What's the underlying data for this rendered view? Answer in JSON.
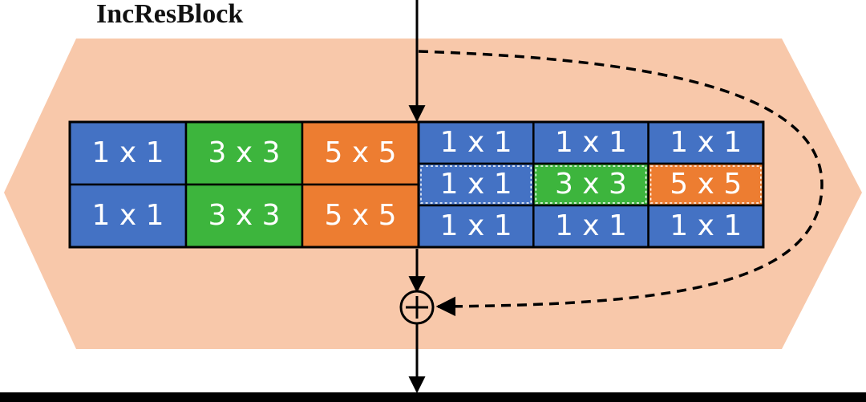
{
  "title": "IncResBlock",
  "colors": {
    "background": "#ffffff",
    "block_fill": "#f8c8aa",
    "blue": "#4472c4",
    "green": "#3db53d",
    "orange": "#ed7d31",
    "line": "#000000",
    "cell_text": "#ffffff"
  },
  "icons": {
    "adder": "circle-plus-icon"
  },
  "left_grid": {
    "rows": [
      [
        {
          "label": "1 x 1",
          "color": "blue"
        },
        {
          "label": "3 x 3",
          "color": "green"
        },
        {
          "label": "5 x 5",
          "color": "orange"
        }
      ],
      [
        {
          "label": "1 x 1",
          "color": "blue"
        },
        {
          "label": "3 x 3",
          "color": "green"
        },
        {
          "label": "5 x 5",
          "color": "orange"
        }
      ]
    ]
  },
  "right_grid": {
    "rows": [
      [
        {
          "label": "1 x 1",
          "color": "blue"
        },
        {
          "label": "1 x 1",
          "color": "blue"
        },
        {
          "label": "1 x 1",
          "color": "blue"
        }
      ],
      [
        {
          "label": "1 x 1",
          "color": "blue"
        },
        {
          "label": "3 x 3",
          "color": "green"
        },
        {
          "label": "5 x 5",
          "color": "orange"
        }
      ],
      [
        {
          "label": "1 x 1",
          "color": "blue"
        },
        {
          "label": "1 x 1",
          "color": "blue"
        },
        {
          "label": "1 x 1",
          "color": "blue"
        }
      ]
    ]
  }
}
